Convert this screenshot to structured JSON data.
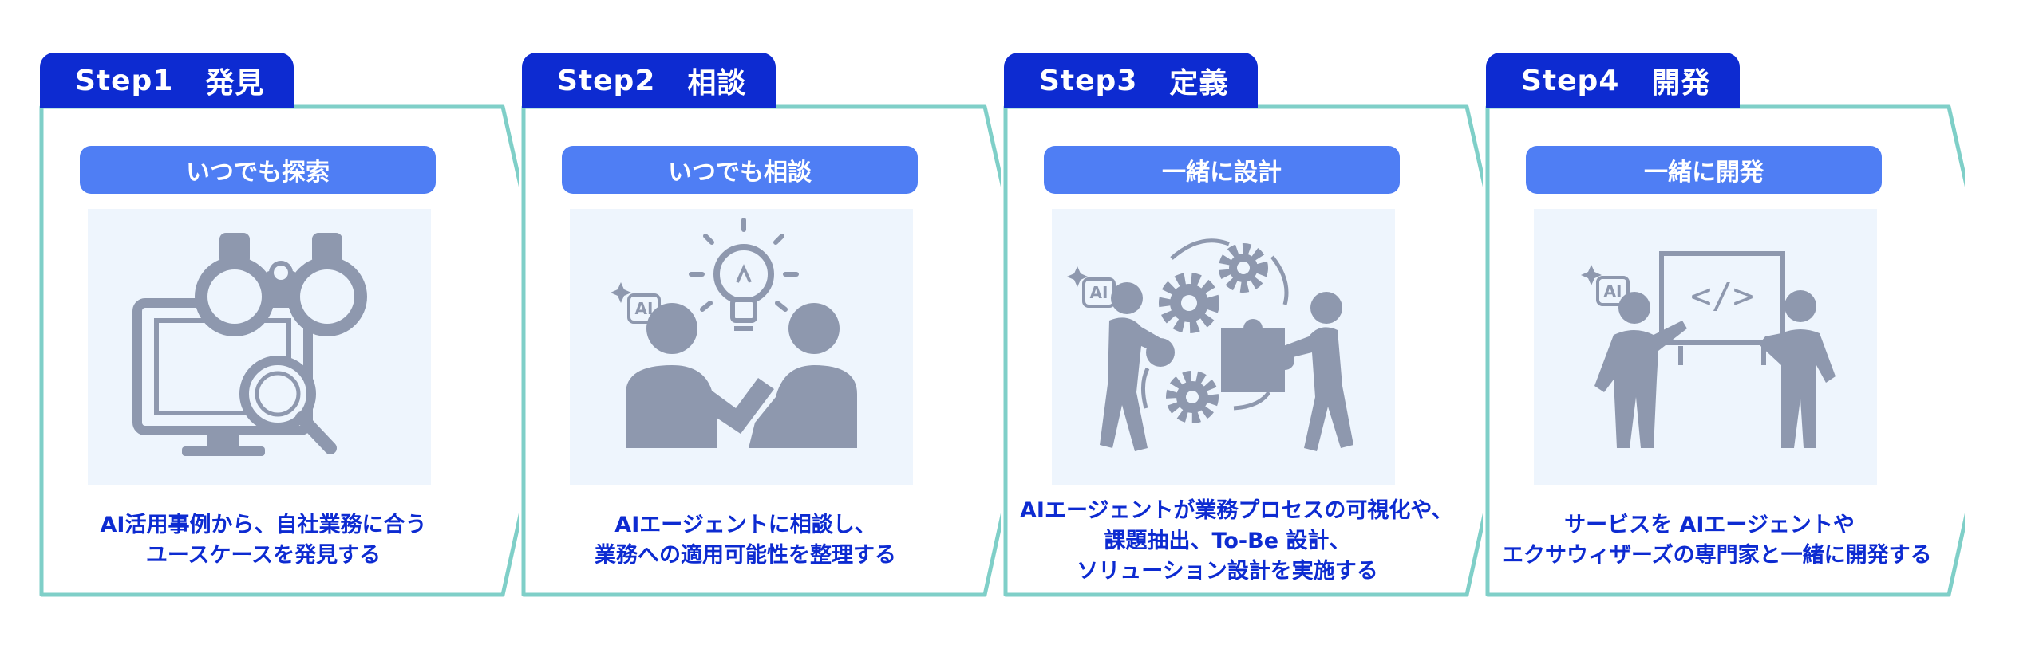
{
  "colors": {
    "tab": "#0d2bd1",
    "pill": "#4f7ef4",
    "frame": "#7fcfc8",
    "illustration_bg": "#eef5fd",
    "figure": "#8e98ae",
    "text": "#0d2bd1"
  },
  "steps": [
    {
      "step": "Step1",
      "title": "発見",
      "subtitle": "いつでも探索",
      "icon": "binoculars-monitor-magnifier-icon",
      "lines": [
        "AI活用事例から、自社業務に合う",
        "ユースケースを発見する"
      ]
    },
    {
      "step": "Step2",
      "title": "相談",
      "subtitle": "いつでも相談",
      "icon": "two-people-lightbulb-icon",
      "ai_badge": "AI",
      "lines": [
        "AIエージェントに相談し、",
        "業務への適用可能性を整理する"
      ]
    },
    {
      "step": "Step3",
      "title": "定義",
      "subtitle": "一緒に設計",
      "icon": "people-gears-puzzle-icon",
      "ai_badge": "AI",
      "lines": [
        "AIエージェントが業務プロセスの可視化や、",
        "課題抽出、To-Be 設計、",
        "ソリューション設計を実施する"
      ]
    },
    {
      "step": "Step4",
      "title": "開発",
      "subtitle": "一緒に開発",
      "icon": "people-whiteboard-code-icon",
      "ai_badge": "AI",
      "lines": [
        "サービスを AIエージェントや",
        "エクサウィザーズの専門家と一緒に開発する"
      ]
    }
  ]
}
